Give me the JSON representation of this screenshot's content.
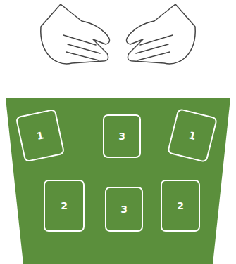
{
  "diagram": {
    "nodes": [
      {
        "text": [
          "1"
        ]
      },
      {
        "text": [
          "3"
        ]
      },
      {
        "text": [
          "1"
        ]
      },
      {
        "text": [
          "2"
        ]
      },
      {
        "text": [
          "3"
        ]
      },
      {
        "text": [
          "2"
        ]
      }
    ]
  }
}
